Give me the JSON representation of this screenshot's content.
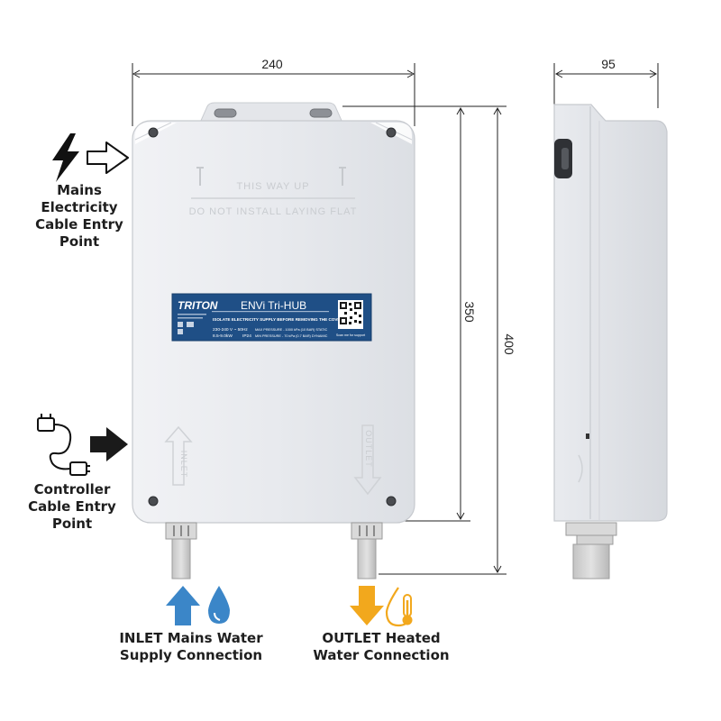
{
  "dimensions": {
    "width": "240",
    "depth": "95",
    "body_height": "350",
    "total_height": "400"
  },
  "embossed": {
    "orientation": "THIS WAY UP",
    "warning": "DO NOT INSTALL LAYING FLAT",
    "inlet": "INLET",
    "outlet": "OUTLET"
  },
  "rating_plate": {
    "brand": "TRITON",
    "product": "ENVi Tri-HUB",
    "warning": "ISOLATE ELECTRICITY SUPPLY BEFORE REMOVING THE COVER",
    "supply": "230-240 V ~ 50Hz",
    "power": "8.5-9.0kW",
    "ip_rating": "IP24",
    "rated_pressure": "MAX PRESSURE - 1000 kPa (10 BAR) STATIC",
    "min_pressure": "MIN PRESSURE - 70 kPa (0.7 BAR) DYNAMIC",
    "scan_text": "Scan me for support"
  },
  "callouts": {
    "mains": [
      "Mains",
      "Electricity",
      "Cable Entry",
      "Point"
    ],
    "controller": [
      "Controller",
      "Cable Entry",
      "Point"
    ],
    "inlet": [
      "INLET Mains Water",
      "Supply Connection"
    ],
    "outlet": [
      "OUTLET Heated",
      "Water Connection"
    ]
  },
  "colors": {
    "enclosure": "#e6e8ec",
    "plate": "#1f4f86",
    "inlet_arrow": "#3b86c8",
    "outlet_arrow": "#f2a81d",
    "arrow_dark": "#1a1a1a"
  },
  "icons": [
    "lightning-icon",
    "plug-cable-icon",
    "water-drop-icon",
    "thermometer-drop-icon"
  ]
}
